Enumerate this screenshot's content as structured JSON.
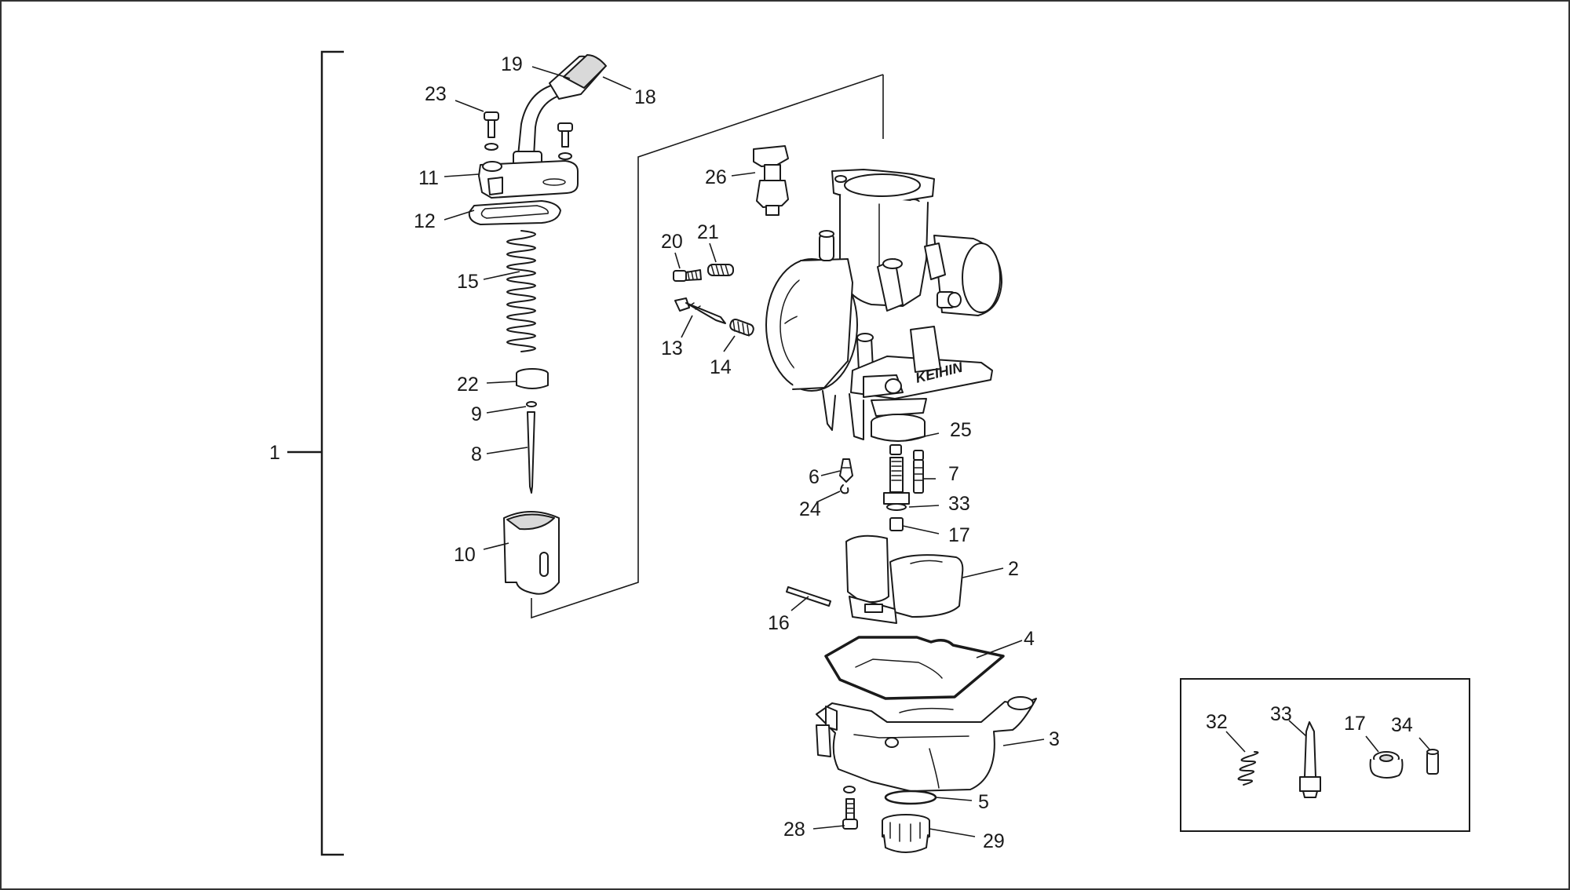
{
  "diagram": {
    "brand_text": "KEIHIN",
    "callouts": {
      "assembly": "1",
      "float": "2",
      "float_bowl": "3",
      "bowl_gasket": "4",
      "drain_oring": "5",
      "float_valve": "6",
      "pilot_jet": "7",
      "jet_needle": "8",
      "needle_clip": "9",
      "throttle_slide": "10",
      "top_cap": "11",
      "cap_gasket": "12",
      "air_screw": "13",
      "air_screw_spring": "14",
      "slide_spring": "15",
      "float_pin": "16",
      "main_jet": "17",
      "cable_adjuster": "18",
      "cable_elbow": "19",
      "idle_screw": "20",
      "idle_spring": "21",
      "needle_retainer": "22",
      "cap_screw": "23",
      "valve_clip": "24",
      "needle_jet": "25",
      "choke_plunger": "26",
      "bowl_screw": "28",
      "drain_plug": "29",
      "kit_spring": "32",
      "kit_needle_jet": "33",
      "kit_main_jet": "17",
      "kit_fitting": "34",
      "needle_jet_holder": "33"
    }
  }
}
